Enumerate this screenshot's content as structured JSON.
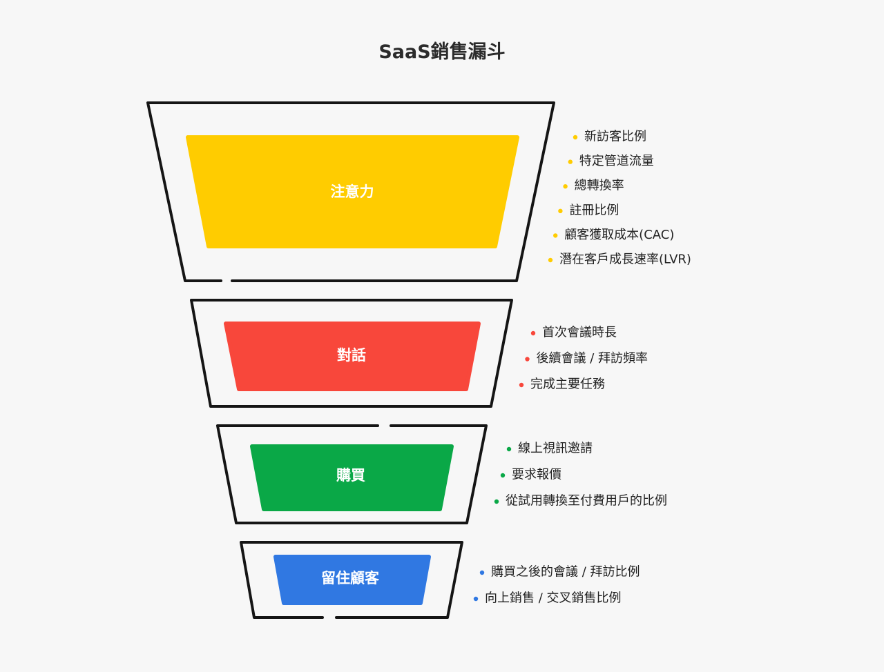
{
  "title": "SaaS銷售漏斗",
  "colors": {
    "attention": "#ffcc00",
    "conversation": "#f8473b",
    "purchase": "#0aa847",
    "retention": "#3078e2",
    "outline": "#151515",
    "background": "#f7f7f7"
  },
  "stages": [
    {
      "label": "注意力",
      "color_key": "attention",
      "metrics": [
        "新訪客比例",
        "特定管道流量",
        "總轉換率",
        "註冊比例",
        "顧客獲取成本(CAC)",
        "潛在客戶成長速率(LVR)"
      ]
    },
    {
      "label": "對話",
      "color_key": "conversation",
      "metrics": [
        "首次會議時長",
        "後續會議 / 拜訪頻率",
        "完成主要任務"
      ]
    },
    {
      "label": "購買",
      "color_key": "purchase",
      "metrics": [
        "線上視訊邀請",
        "要求報價",
        "從試用轉換至付費用戶的比例"
      ]
    },
    {
      "label": "留住顧客",
      "color_key": "retention",
      "metrics": [
        "購買之後的會議 / 拜訪比例",
        "向上銷售 / 交叉銷售比例"
      ]
    }
  ]
}
